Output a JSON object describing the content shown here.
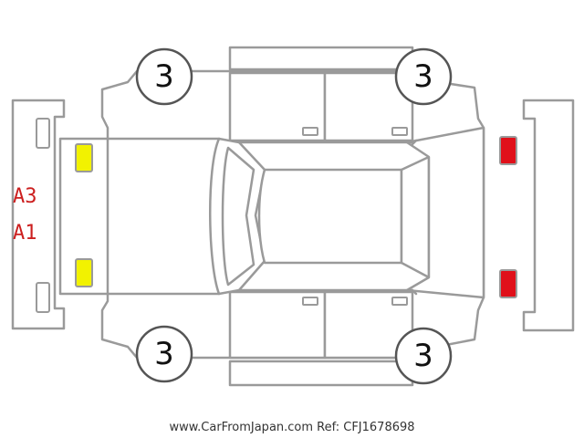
{
  "wheels": {
    "front_left_grade": "3",
    "front_right_grade": "3",
    "rear_left_grade": "3",
    "rear_right_grade": "3"
  },
  "damage_codes": [
    "A3",
    "A1"
  ],
  "colors": {
    "outline": "#9a9a9a",
    "headlight_fill": "#f2f200",
    "taillight_fill": "#e0101a",
    "damage_text": "#cc1f1f"
  },
  "footer": {
    "text": "www.CarFromJapan.com Ref: CFJ1678698"
  }
}
